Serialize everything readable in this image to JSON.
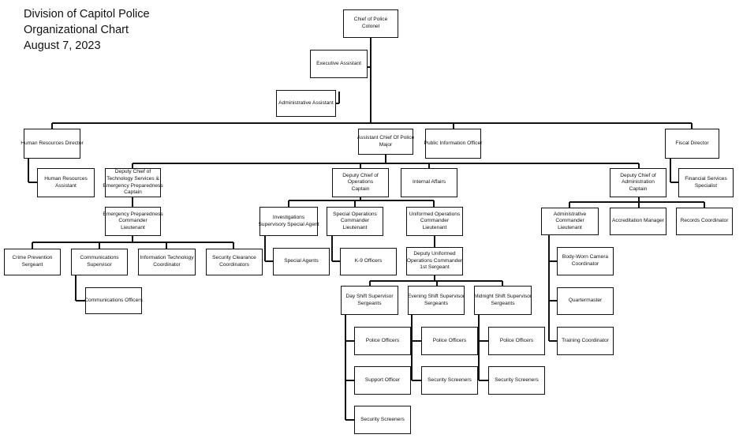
{
  "header": {
    "line1": "Division of Capitol Police",
    "line2": "Organizational Chart",
    "line3": "August 7, 2023"
  },
  "nodes": {
    "chief": {
      "lines": [
        "Chief of Police",
        "Colonel"
      ]
    },
    "exec_assistant": {
      "lines": [
        "Executive Assistant"
      ]
    },
    "admin_assistant": {
      "lines": [
        "Administrative Assistant"
      ]
    },
    "hr_director": {
      "lines": [
        "Human Resources Director"
      ]
    },
    "hr_assistant": {
      "lines": [
        "Human Resources",
        "Assistant"
      ]
    },
    "assistant_chief": {
      "lines": [
        "Assistant Chief Of Police",
        "Major"
      ]
    },
    "public_info": {
      "lines": [
        "Public Information Officer"
      ]
    },
    "fiscal_director": {
      "lines": [
        "Fiscal Director"
      ]
    },
    "financial_specialist": {
      "lines": [
        "Financial Services",
        "Specialist"
      ]
    },
    "deputy_tech": {
      "lines": [
        "Deputy Chief of",
        "Technology Services &",
        "Emergency Preparedness",
        "Captain"
      ]
    },
    "emergency_cmdr": {
      "lines": [
        "Emergency Preparedness",
        "Commander",
        "Lieutenant"
      ]
    },
    "crime_prevention": {
      "lines": [
        "Crime Prevention",
        "Sergeant"
      ]
    },
    "comm_supervisor": {
      "lines": [
        "Communications",
        "Supervisor"
      ]
    },
    "it_coordinator": {
      "lines": [
        "Information Technology",
        "Coordinator"
      ]
    },
    "security_clearance": {
      "lines": [
        "Security Clearance",
        "Coordinators"
      ]
    },
    "comm_officers": {
      "lines": [
        "Communications Officers"
      ]
    },
    "deputy_ops": {
      "lines": [
        "Deputy Chief of",
        "Operations",
        "Captain"
      ]
    },
    "internal_affairs": {
      "lines": [
        "Internal Affairs"
      ]
    },
    "investigations": {
      "lines": [
        "Investigations",
        "Supervisory Special Agent"
      ]
    },
    "special_agents": {
      "lines": [
        "Special Agents"
      ]
    },
    "special_ops": {
      "lines": [
        "Special Operations",
        "Commander",
        "Lieutenant"
      ]
    },
    "k9": {
      "lines": [
        "K-9 Officers"
      ]
    },
    "uniformed_ops": {
      "lines": [
        "Uniformed Operations",
        "Commander",
        "Lieutenant"
      ]
    },
    "deputy_uniformed": {
      "lines": [
        "Deputy Uniformed",
        "Operations Commander",
        "1st Sergeant"
      ]
    },
    "day_shift": {
      "lines": [
        "Day Shift Supervisor",
        "Sergeants"
      ]
    },
    "evening_shift": {
      "lines": [
        "Evening Shift Supervisor",
        "Sergeants"
      ]
    },
    "midnight_shift": {
      "lines": [
        "Midnight Shift Supervisor",
        "Sergeants"
      ]
    },
    "day_police": {
      "lines": [
        "Police Officers"
      ]
    },
    "day_support": {
      "lines": [
        "Support Officer"
      ]
    },
    "day_screeners": {
      "lines": [
        "Security Screeners"
      ]
    },
    "eve_police": {
      "lines": [
        "Police Officers"
      ]
    },
    "eve_screeners": {
      "lines": [
        "Security Screeners"
      ]
    },
    "mid_police": {
      "lines": [
        "Police Officers"
      ]
    },
    "mid_screeners": {
      "lines": [
        "Security Screeners"
      ]
    },
    "deputy_admin": {
      "lines": [
        "Deputy Chief of",
        "Administration",
        "Captain"
      ]
    },
    "admin_cmdr": {
      "lines": [
        "Administrative",
        "Commander",
        "Lieutenant"
      ]
    },
    "body_camera": {
      "lines": [
        "Body-Worn Camera",
        "Coordinator"
      ]
    },
    "quartermaster": {
      "lines": [
        "Quartermaster"
      ]
    },
    "training": {
      "lines": [
        "Training Coordinator"
      ]
    },
    "accreditation": {
      "lines": [
        "Accreditation Manager"
      ]
    },
    "records": {
      "lines": [
        "Records Coordinator"
      ]
    }
  }
}
